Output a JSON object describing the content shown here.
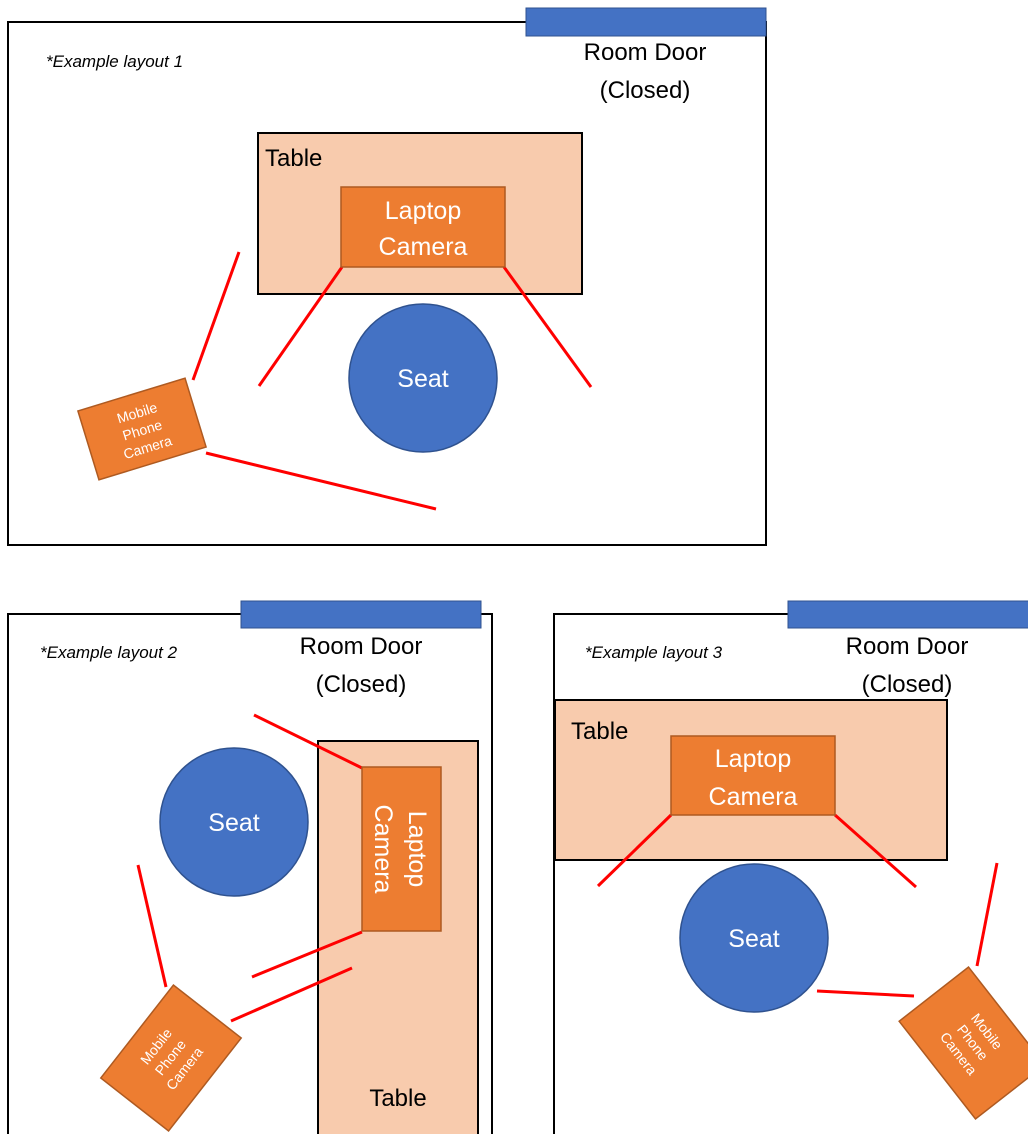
{
  "layout1": {
    "caption": "*Example layout 1",
    "door_line1": "Room Door",
    "door_line2": "(Closed)",
    "table_label": "Table",
    "laptop_line1": "Laptop",
    "laptop_line2": "Camera",
    "seat_label": "Seat",
    "phone_line1": "Mobile",
    "phone_line2": "Phone",
    "phone_line3": "Camera"
  },
  "layout2": {
    "caption": "*Example layout 2",
    "door_line1": "Room Door",
    "door_line2": "(Closed)",
    "table_label": "Table",
    "laptop_line1": "Laptop",
    "laptop_line2": "Camera",
    "seat_label": "Seat",
    "phone_line1": "Mobile",
    "phone_line2": "Phone",
    "phone_line3": "Camera"
  },
  "layout3": {
    "caption": "*Example layout 3",
    "door_line1": "Room Door",
    "door_line2": "(Closed)",
    "table_label": "Table",
    "laptop_line1": "Laptop",
    "laptop_line2": "Camera",
    "seat_label": "Seat",
    "phone_line1": "Mobile",
    "phone_line2": "Phone",
    "phone_line3": "Camera"
  },
  "colors": {
    "door": "#4472c4",
    "seat": "#4472c4",
    "table": "#f8cbad",
    "camera": "#ed7d31",
    "view_line": "#ff0000"
  }
}
